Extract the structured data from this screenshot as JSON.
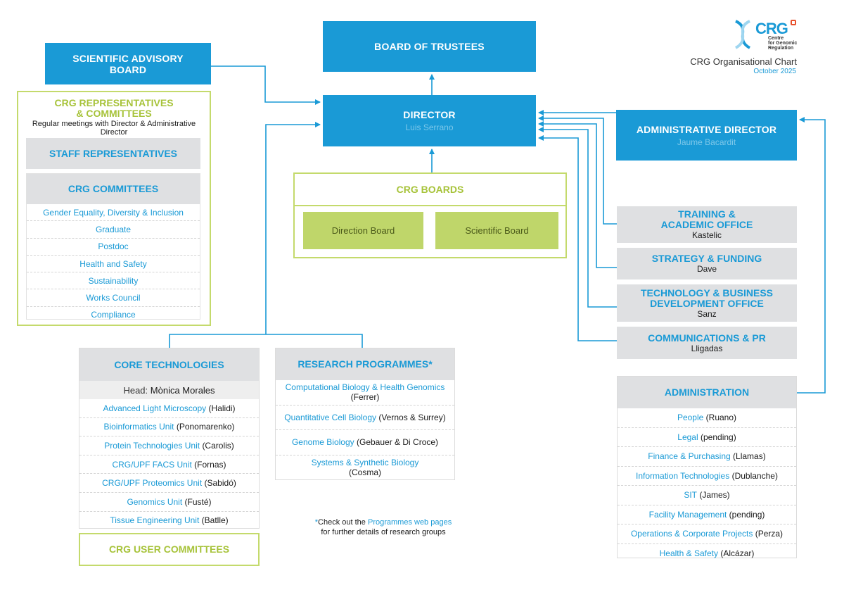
{
  "header": {
    "logo_letters": "CRG",
    "logo_line1": "Centre",
    "logo_line2": "for Genomic",
    "logo_line3": "Regulation",
    "chart_title": "CRG Organisational Chart",
    "chart_date": "October 2025"
  },
  "board_of_trustees": "BOARD OF TRUSTEES",
  "sab": {
    "line1": "SCIENTIFIC ADVISORY",
    "line2": "BOARD"
  },
  "director": {
    "title": "DIRECTOR",
    "name": "Luis Serrano"
  },
  "admin_director": {
    "title": "ADMINISTRATIVE DIRECTOR",
    "name": "Jaume Bacardit"
  },
  "crg_boards": {
    "title": "CRG BOARDS",
    "direction": "Direction Board",
    "scientific": "Scientific Board"
  },
  "representatives": {
    "title1": "CRG REPRESENTATIVES",
    "title2": "& COMMITTEES",
    "subtitle": "Regular meetings with Director & Administrative Director",
    "staff": "STAFF REPRESENTATIVES",
    "committees_title": "CRG COMMITTEES",
    "committees": [
      "Gender Equality, Diversity & Inclusion",
      "Graduate",
      "Postdoc",
      "Health and Safety",
      "Sustainability",
      "Works Council",
      "Compliance"
    ]
  },
  "offices": [
    {
      "line1": "TRAINING &",
      "line2": "ACADEMIC OFFICE",
      "person": "Kastelic"
    },
    {
      "line1": "STRATEGY & FUNDING",
      "line2": "",
      "person": "Dave"
    },
    {
      "line1": "TECHNOLOGY & BUSINESS",
      "line2": "DEVELOPMENT OFFICE",
      "person": "Sanz"
    },
    {
      "line1": "COMMUNICATIONS & PR",
      "line2": "",
      "person": "Lligadas"
    }
  ],
  "core": {
    "title": "CORE TECHNOLOGIES",
    "head_label": "Head:",
    "head_name": "Mònica Morales",
    "units": [
      {
        "name": "Advanced Light Microscopy",
        "person": "(Halidi)"
      },
      {
        "name": "Bioinformatics Unit",
        "person": "(Ponomarenko)"
      },
      {
        "name": "Protein Technologies Unit",
        "person": "(Carolis)"
      },
      {
        "name": "CRG/UPF FACS Unit",
        "person": "(Fornas)"
      },
      {
        "name": "CRG/UPF Proteomics Unit",
        "person": "(Sabidó)"
      },
      {
        "name": "Genomics Unit",
        "person": "(Fusté)"
      },
      {
        "name": "Tissue Engineering Unit",
        "person": "(Batlle)"
      }
    ]
  },
  "user_committees": "CRG USER COMMITTEES",
  "research": {
    "title": "RESEARCH PROGRAMMES*",
    "programmes": [
      {
        "name": "Computational Biology & Health Genomics",
        "person": "(Ferrer)",
        "wrap": true
      },
      {
        "name": "Quantitative Cell Biology",
        "person": "(Vernos & Surrey)",
        "wrap": false
      },
      {
        "name": "Genome Biology",
        "person": "(Gebauer & Di Croce)",
        "wrap": false
      },
      {
        "name": "Systems & Synthetic Biology",
        "person": "(Cosma)",
        "wrap": true
      }
    ]
  },
  "footnote": {
    "star": "*",
    "pre": "Check out the",
    "link": "Programmes web pages",
    "line2": "for further details of research groups"
  },
  "administration": {
    "title": "ADMINISTRATION",
    "items": [
      {
        "name": "People",
        "person": "(Ruano)"
      },
      {
        "name": "Legal",
        "person": "(pending)"
      },
      {
        "name": "Finance & Purchasing",
        "person": "(Llamas)"
      },
      {
        "name": "Information Technologies",
        "person": "(Dublanche)"
      },
      {
        "name": "SIT",
        "person": "(James)"
      },
      {
        "name": "Facility Management",
        "person": "(pending)"
      },
      {
        "name": "Operations & Corporate Projects",
        "person": "(Perza)"
      },
      {
        "name": "Health & Safety",
        "person": "(Alcázar)"
      }
    ]
  },
  "colors": {
    "blue": "#1a9ad6",
    "green": "#a7c33a",
    "grey": "#dfe0e2",
    "green_fill": "#bfd66a"
  }
}
